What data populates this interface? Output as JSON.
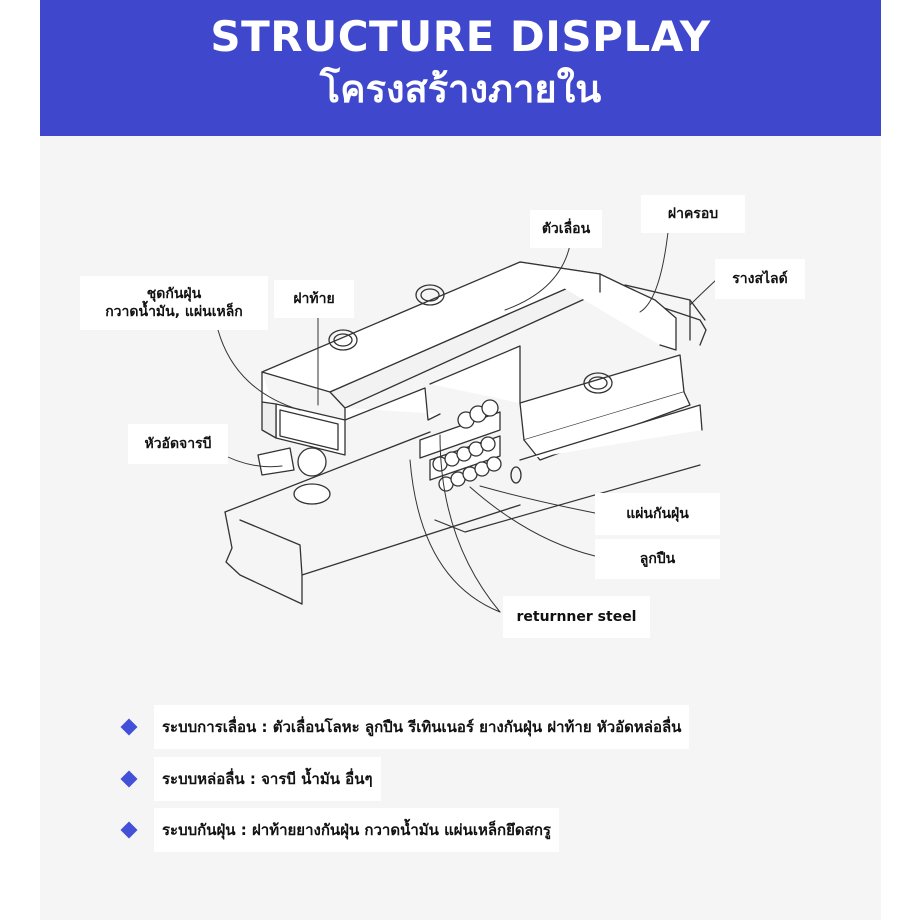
{
  "header": {
    "title_en": "STRUCTURE DISPLAY",
    "title_th": "โครงสร้างภายใน",
    "bg_color": "#3f48cc"
  },
  "labels": {
    "slider_block": "ตัวเลื่อน",
    "cover": "ฝาครอบ",
    "rail": "รางสไลด์",
    "seal_set": "ชุดกันฝุ่น\nกวาดน้ำมัน, แผ่นเหล็ก",
    "end_cap": "ฝาท้าย",
    "grease_nipple": "หัวอัดจารบี",
    "dust_plate": "แผ่นกันฝุ่น",
    "ball": "ลูกปืน",
    "returner": "returnner steel"
  },
  "bullets": [
    "ระบบการเลื่อน : ตัวเลื่อนโลหะ ลูกปืน รีเทินเนอร์ ยางกันฝุ่น ฝาท้าย หัวอัดหล่อลื่น",
    "ระบบหล่อลื่น : จารบี น้ำมัน อื่นๆ",
    "ระบบกันฝุ่น : ฝาท้ายยางกันฝุ่น กวาดน้ำมัน แผ่นเหล็กยึดสกรู"
  ],
  "colors": {
    "accent": "#4350d8",
    "panel": "#f5f5f5"
  }
}
